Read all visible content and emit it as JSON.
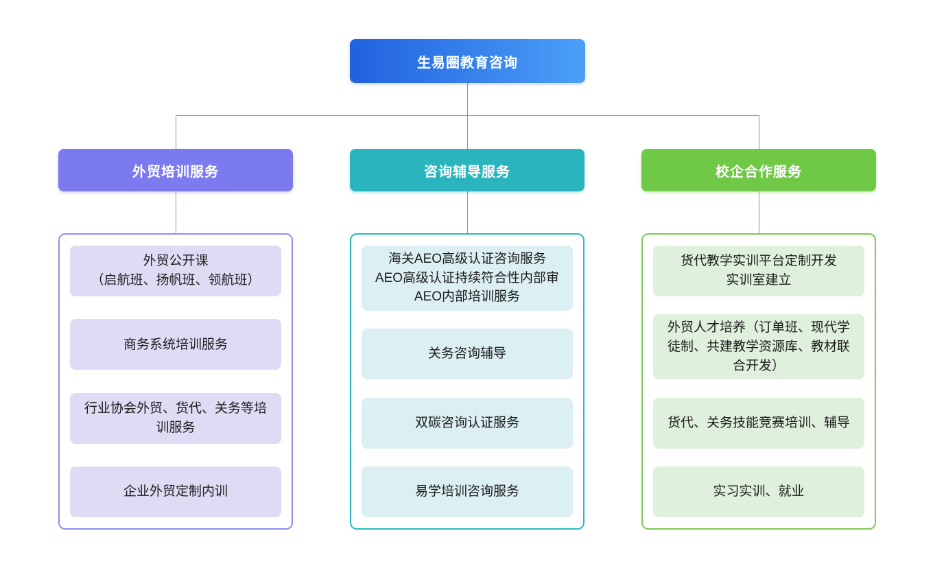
{
  "page": {
    "background": "#ffffff"
  },
  "connector_color": "#8C939B",
  "root": {
    "label": "生易圈教育咨询",
    "gradient_start": "#2161DE",
    "gradient_end": "#4B9FF8",
    "text_color": "#ffffff"
  },
  "branches": [
    {
      "label": "外贸培训服务",
      "colors": {
        "header_bg": "#7B7BEF",
        "container_border": "#8D8DF1",
        "item_bg": "#DEDCF5"
      },
      "items": [
        [
          "外贸公开课",
          "（启航班、扬帆班、领航班）"
        ],
        [
          "商务系统培训服务"
        ],
        [
          "行业协会外贸、货代、关务等培训服务"
        ],
        [
          "企业外贸定制内训"
        ]
      ]
    },
    {
      "label": "咨询辅导服务",
      "colors": {
        "header_bg": "#29B4BE",
        "container_border": "#2AB8C0",
        "item_bg": "#DCF0F3"
      },
      "items": [
        [
          "海关AEO高级认证咨询服务",
          "AEO高级认证持续符合性内部审",
          "AEO内部培训服务"
        ],
        [
          "关务咨询辅导"
        ],
        [
          "双碳咨询认证服务"
        ],
        [
          "易学培训咨询服务"
        ]
      ]
    },
    {
      "label": "校企合作服务",
      "colors": {
        "header_bg": "#6FC846",
        "container_border": "#7DCA54",
        "item_bg": "#DFF0DC"
      },
      "items": [
        [
          "货代教学实训平台定制开发",
          "实训室建立"
        ],
        [
          "外贸人才培养（订单班、现代学徒制、共建教学资源库、教材联合开发）"
        ],
        [
          "货代、关务技能竞赛培训、辅导"
        ],
        [
          "实习实训、就业"
        ]
      ]
    }
  ]
}
